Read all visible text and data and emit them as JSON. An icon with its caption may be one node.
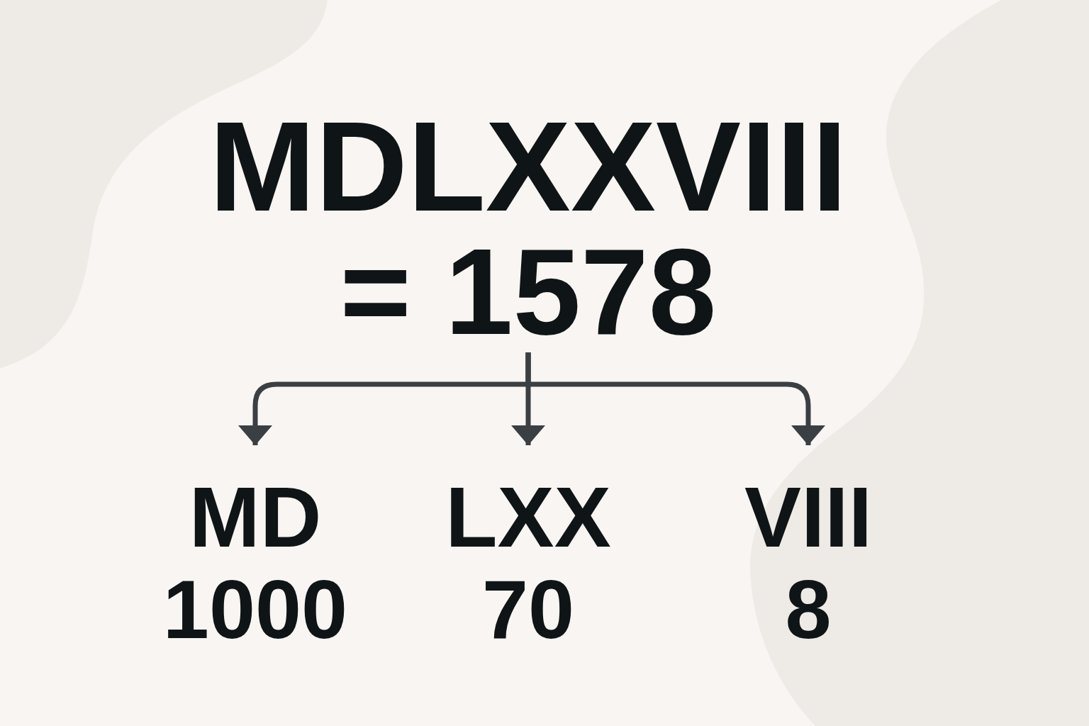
{
  "diagram": {
    "nodes": [
      {
        "text": [
          "MDLXXVIII",
          "= 1578"
        ]
      },
      {
        "text": [
          "MD",
          "1000"
        ]
      },
      {
        "text": [
          "LXX",
          "70"
        ]
      },
      {
        "text": [
          "VIII",
          "8"
        ]
      }
    ],
    "edges": [
      {
        "from": 0,
        "to": 1,
        "arrow": "to"
      },
      {
        "from": 0,
        "to": 2,
        "arrow": "to"
      },
      {
        "from": 0,
        "to": 3,
        "arrow": "to"
      }
    ]
  }
}
